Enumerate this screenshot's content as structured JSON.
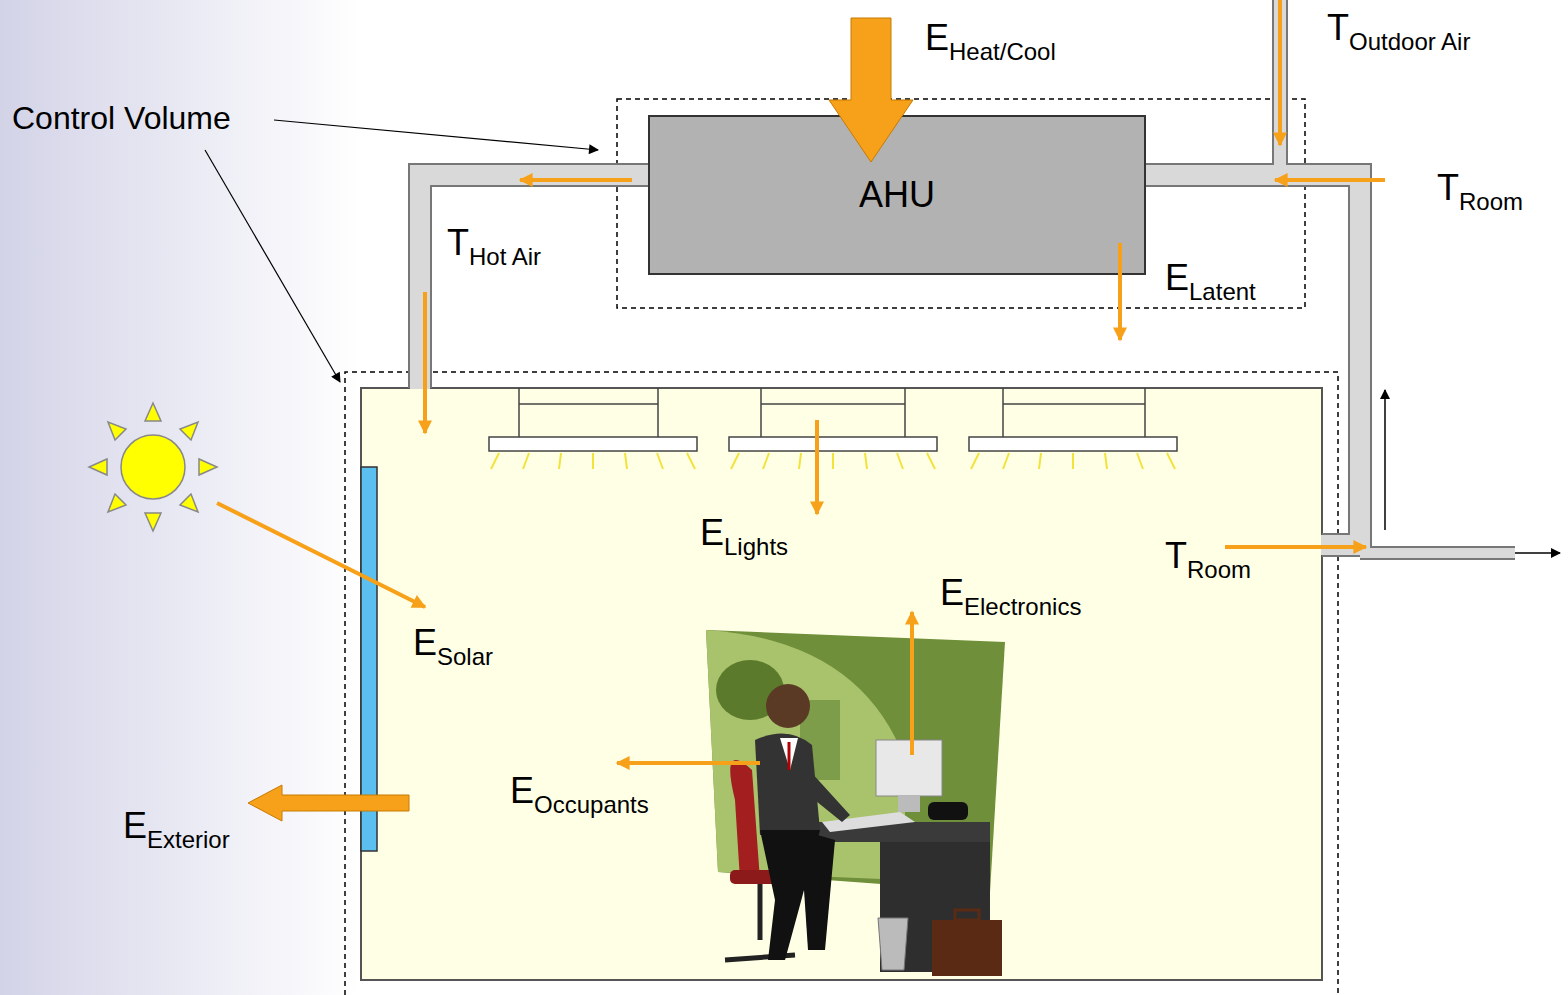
{
  "diagram": {
    "nodes": [
      {
        "text": [
          "AHU"
        ]
      }
    ],
    "labels": [
      "Control Volume",
      "EHeat/Cool",
      "TOutdoor Air",
      "TRoom",
      "THot Air",
      "ELatent",
      "ELights",
      "EElectronics",
      "ESolar",
      "EOccupants",
      "EExterior",
      "TRoom"
    ]
  }
}
